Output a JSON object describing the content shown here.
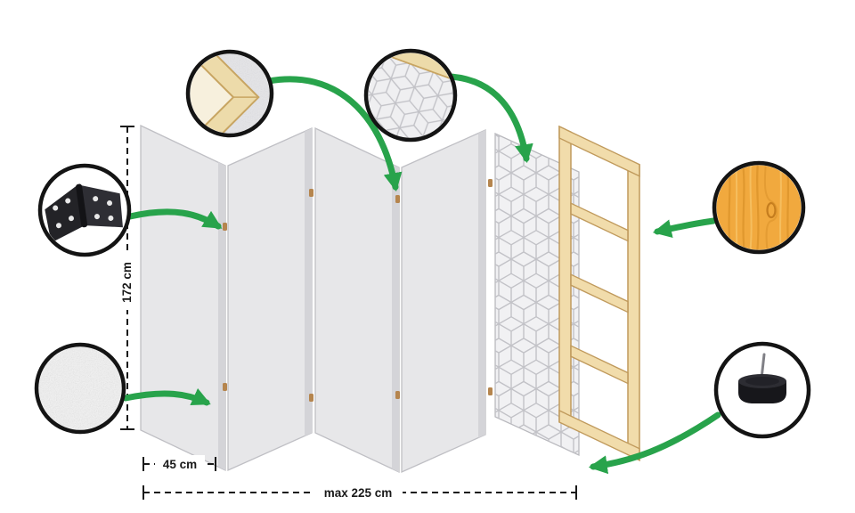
{
  "dimensions": {
    "height": "172 cm",
    "panel_width": "45 cm",
    "max_width": "max 225 cm"
  },
  "colors": {
    "arrow": "#28a34b",
    "panelFill": "#e7e7e9",
    "panelEdge": "#d4d4d8",
    "panelStroke": "#bfbfc4",
    "patternLine": "#c2c2c7",
    "wood": "#f1dcab",
    "woodStroke": "#c09a5c",
    "woodTexture": "#f1a93e",
    "outline": "#141414",
    "text": "#191919",
    "hingeDot": "#b5854e"
  },
  "callouts": [
    {
      "id": "frame-corner",
      "icon": "frame-corner-detail-icon"
    },
    {
      "id": "panel-edge-pattern",
      "icon": "panel-edge-pattern-icon"
    },
    {
      "id": "hinge",
      "icon": "hinge-icon"
    },
    {
      "id": "fabric-texture",
      "icon": "fabric-texture-icon"
    },
    {
      "id": "wood-grain",
      "icon": "wood-grain-icon"
    },
    {
      "id": "floor-protector",
      "icon": "floor-protector-foot-icon"
    }
  ]
}
